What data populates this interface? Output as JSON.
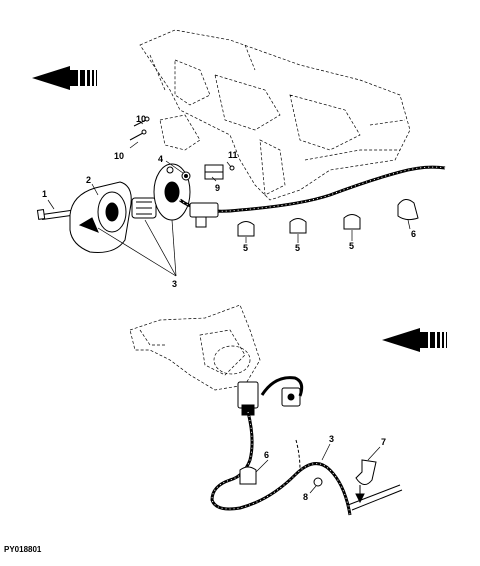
{
  "figure_id": "PY018801",
  "callouts": {
    "c1": "1",
    "c2": "2",
    "c3": "3",
    "c4": "4",
    "c5a": "5",
    "c5b": "5",
    "c5c": "5",
    "c6": "6",
    "c9": "9",
    "c10a": "10",
    "c10b": "10",
    "c11": "11",
    "l3": "3",
    "l6": "6",
    "l7": "7",
    "l8": "8"
  },
  "icons": {
    "direction_arrow_top": "front-direction-arrow-icon",
    "direction_arrow_bottom": "front-direction-arrow-icon"
  }
}
